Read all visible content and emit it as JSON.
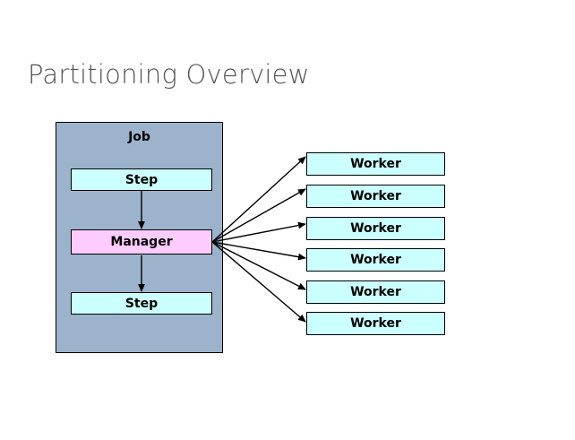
{
  "slide": {
    "title": "Partitioning Overview",
    "background_color": "#ffffff",
    "title_color": "#545454"
  },
  "diagram": {
    "type": "flow-diagram",
    "job_container": {
      "label": "Job",
      "background_color": "#9db3cc",
      "border_color": "#000000"
    },
    "nodes": [
      {
        "id": "step-top",
        "label": "Step",
        "color": "#ccffff"
      },
      {
        "id": "manager",
        "label": "Manager",
        "color": "#ffccff"
      },
      {
        "id": "step-bottom",
        "label": "Step",
        "color": "#ccffff"
      }
    ],
    "workers": [
      {
        "label": "Worker",
        "color": "#ccffff"
      },
      {
        "label": "Worker",
        "color": "#ccffff"
      },
      {
        "label": "Worker",
        "color": "#ccffff"
      },
      {
        "label": "Worker",
        "color": "#ccffff"
      },
      {
        "label": "Worker",
        "color": "#ccffff"
      },
      {
        "label": "Worker",
        "color": "#ccffff"
      }
    ],
    "connectors": {
      "internal_flow": [
        "step-top -> manager",
        "manager -> step-bottom"
      ],
      "fanout_from": "manager",
      "fanout_count": 6,
      "arrow_color": "#000000"
    }
  }
}
